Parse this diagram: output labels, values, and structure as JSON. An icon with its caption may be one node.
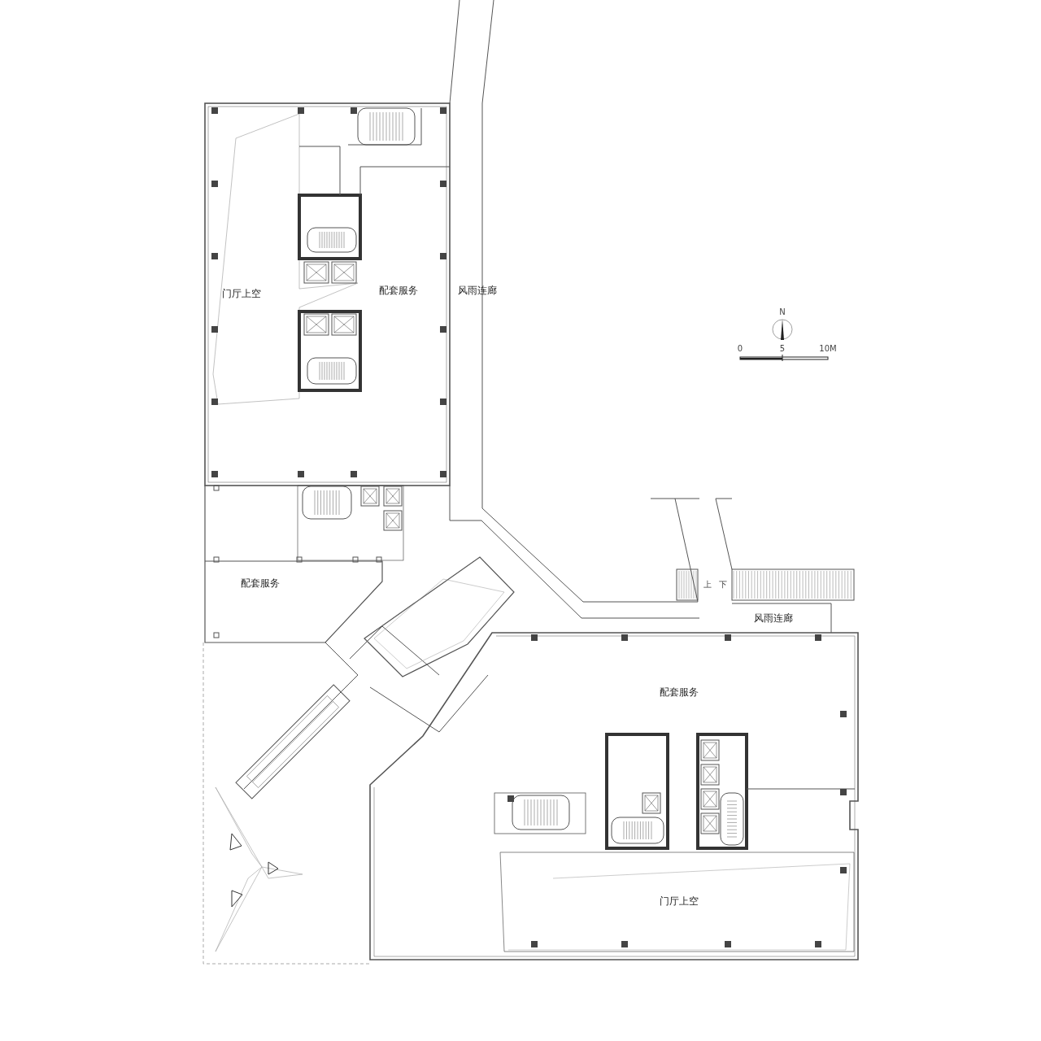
{
  "diagram": {
    "labels": [
      "门厅上空",
      "配套服务",
      "风雨连廊",
      "N",
      "0",
      "5",
      "10M",
      "配套服务",
      "上",
      "下",
      "风雨连廊",
      "配套服务",
      "门厅上空"
    ]
  }
}
